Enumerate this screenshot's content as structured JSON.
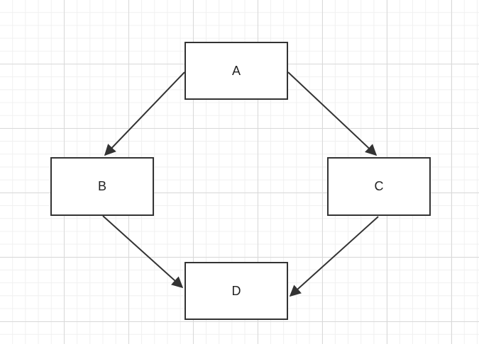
{
  "diagram": {
    "nodes": [
      {
        "id": "A",
        "label": "A"
      },
      {
        "id": "B",
        "label": "B"
      },
      {
        "id": "C",
        "label": "C"
      },
      {
        "id": "D",
        "label": "D"
      }
    ],
    "edges": [
      {
        "from": "A",
        "to": "B"
      },
      {
        "from": "A",
        "to": "C"
      },
      {
        "from": "B",
        "to": "D"
      },
      {
        "from": "C",
        "to": "D"
      }
    ],
    "colors": {
      "stroke": "#333333",
      "grid": "#d9d9d9",
      "background": "#ffffff"
    }
  }
}
